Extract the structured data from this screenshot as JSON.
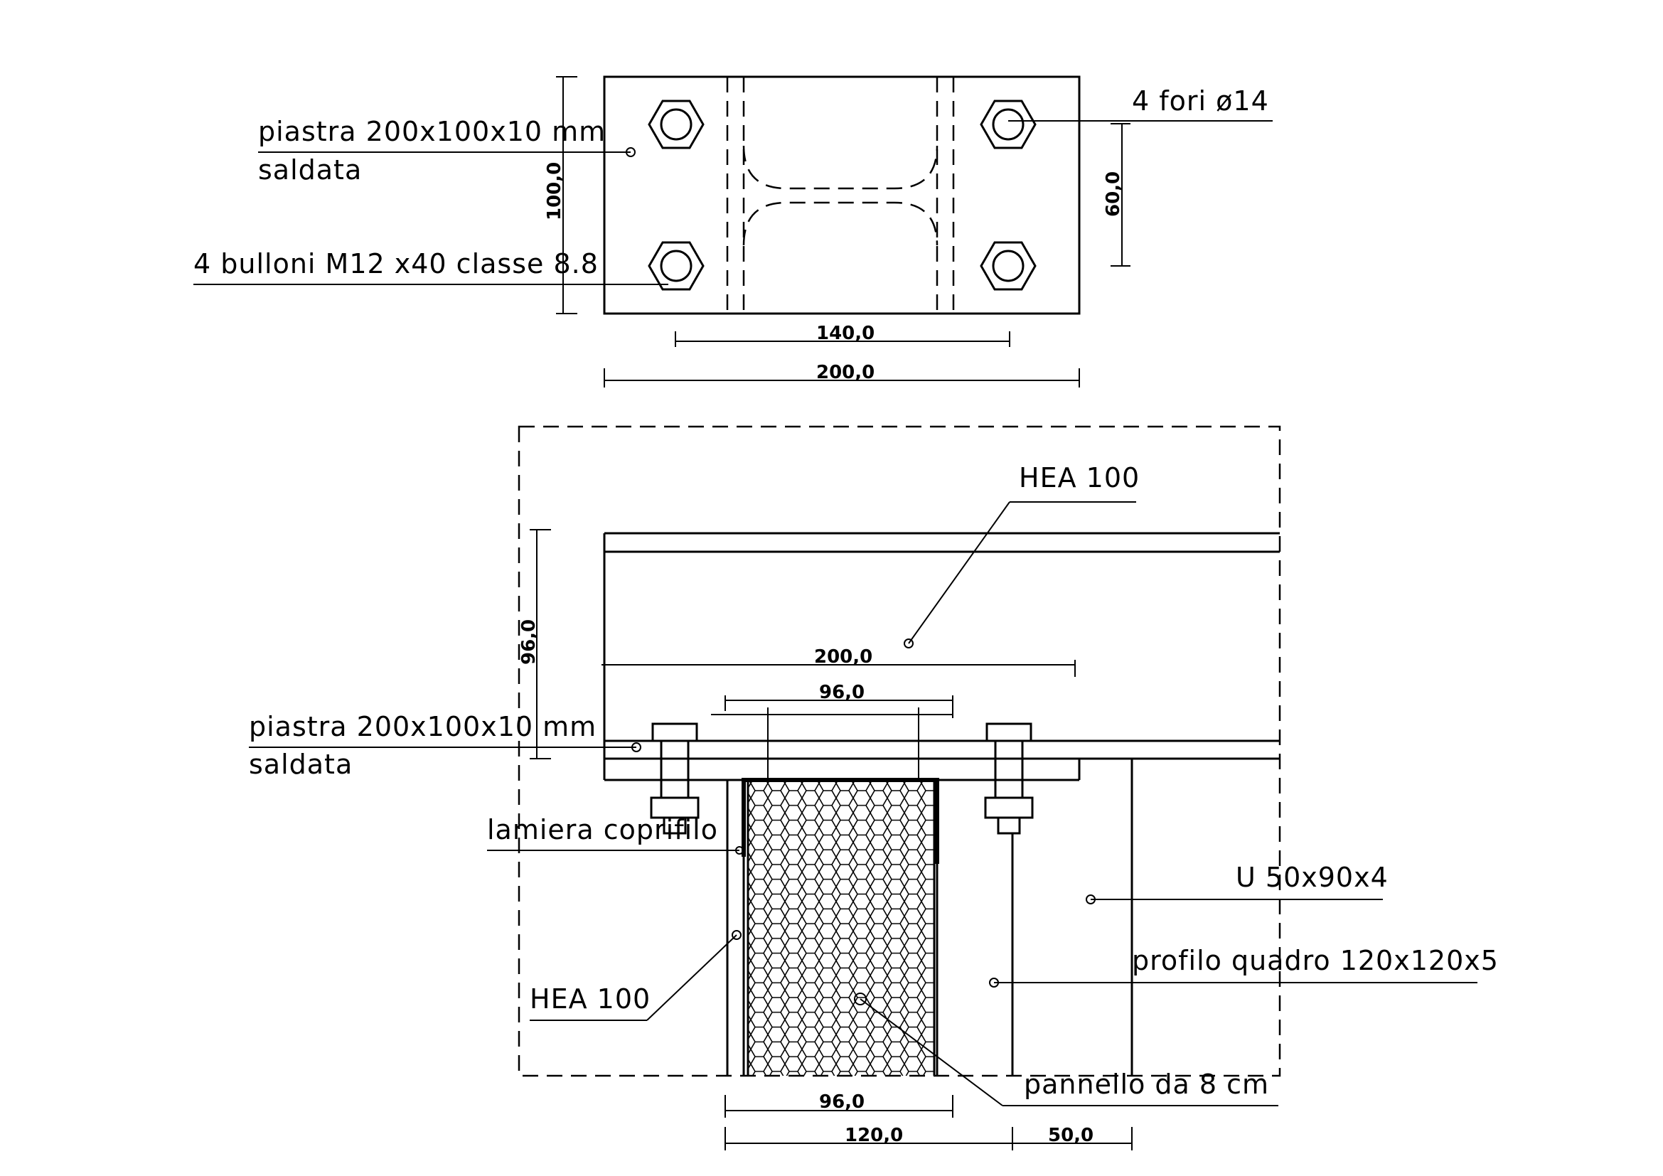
{
  "plan_view": {
    "label_plate_line1": "piastra 200x100x10 mm",
    "label_plate_line2": "saldata",
    "label_bolts": "4 bulloni M12 x40 classe 8.8",
    "label_holes": "4 fori ø14",
    "dim_height": "100,0",
    "dim_hole_spacing_v": "60,0",
    "dim_hole_spacing_h": "140,0",
    "dim_width": "200,0"
  },
  "section_view": {
    "label_beam_top": "HEA 100",
    "label_plate_line1": "piastra 200x100x10 mm",
    "label_plate_line2": "saldata",
    "label_cover": "lamiera coprifilo",
    "label_u_profile": "U 50x90x4",
    "label_square_tube": "profilo quadro 120x120x5",
    "label_beam_bottom": "HEA 100",
    "label_panel": "pannello da 8 cm",
    "dim_height": "96,0",
    "dim_plate_width": "200,0",
    "dim_flange_width": "96,0",
    "dim_panel_width": "96,0",
    "dim_tube_width": "120,0",
    "dim_u_width": "50,0"
  },
  "icons": {
    "bolt_head": "hex-nut-icon",
    "panel_fill": "honeycomb-pattern"
  }
}
